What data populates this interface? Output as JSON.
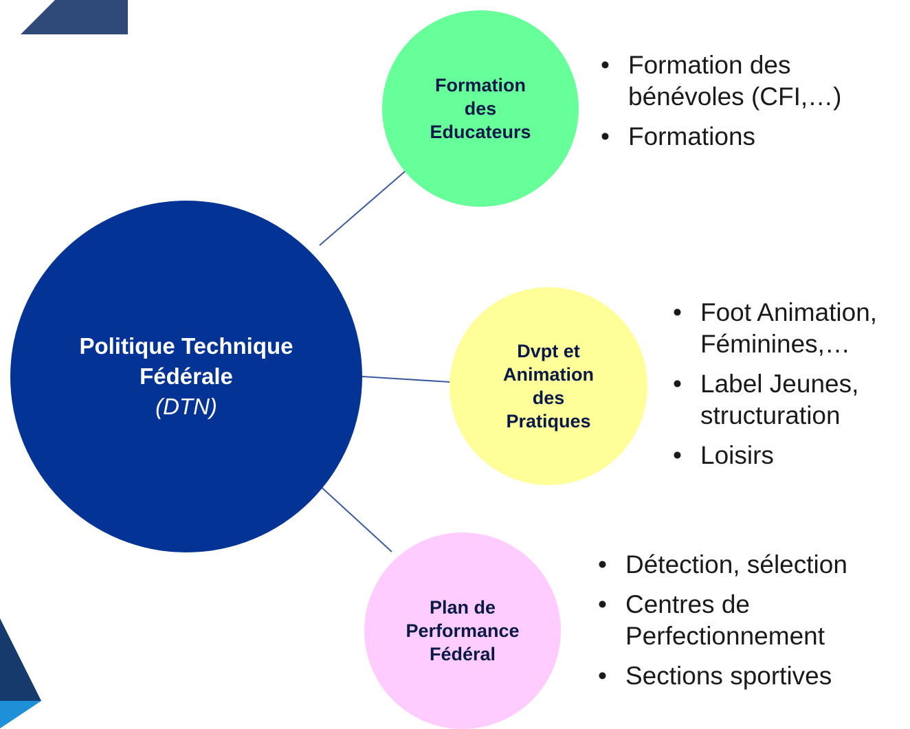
{
  "main": {
    "line1": "Politique Technique",
    "line2": "Fédérale",
    "line3": "(DTN)"
  },
  "nodes": {
    "formation": {
      "line1": "Formation",
      "line2": "des",
      "line3": "Educateurs",
      "color": "#66ff99",
      "bullets": [
        "Formation des bénévoles (CFI,…)",
        "Formations"
      ]
    },
    "dvpt": {
      "line1": "Dvpt et",
      "line2": "Animation",
      "line3": "des",
      "line4": "Pratiques",
      "color": "#ffff99",
      "bullets": [
        "Foot Animation, Féminines,…",
        "Label Jeunes, structuration",
        "Loisirs"
      ]
    },
    "plan": {
      "line1": "Plan de",
      "line2": "Performance",
      "line3": "Fédéral",
      "color": "#ffccff",
      "bullets": [
        "Détection, sélection",
        "Centres de Perfectionnement",
        "Sections sportives"
      ]
    }
  },
  "colors": {
    "main_circle": "#033495",
    "connector": "#3c5aa0",
    "corner_top": "#2f4a78",
    "corner_bottom_dark": "#163a6b",
    "corner_bottom_light": "#1e90d8"
  }
}
